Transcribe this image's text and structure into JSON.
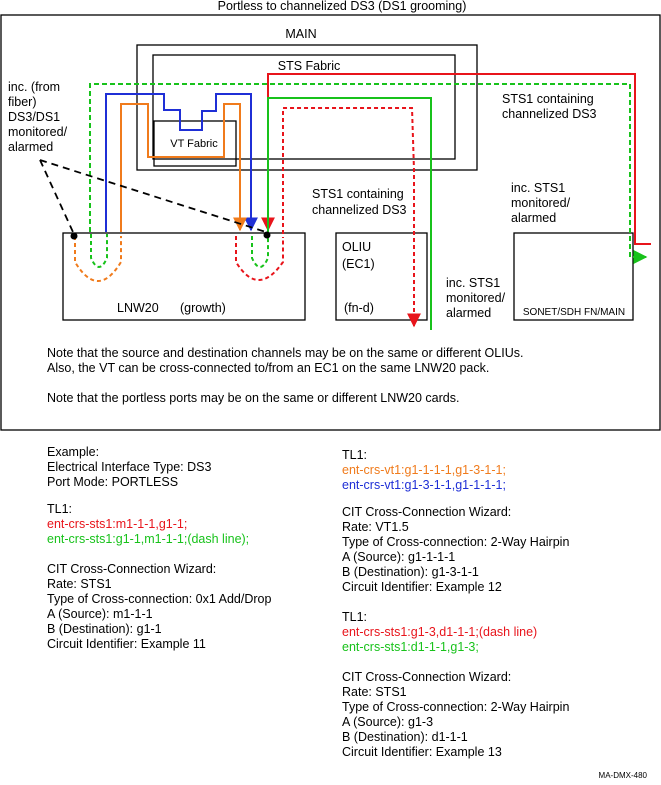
{
  "diagram": {
    "title": "Portless to channelized DS3 (DS1 grooming)",
    "main_label": "MAIN",
    "sts_fabric_label": "STS Fabric",
    "vt_fabric_label": "VT Fabric",
    "lnw20_label": "LNW20",
    "growth_label": "(growth)",
    "oliu_label_1": "OLIU",
    "oliu_label_2": "(EC1)",
    "oliu_label_3": "(fn-d)",
    "sonet_label": "SONET/SDH FN/MAIN",
    "inc_fiber_lines": [
      "inc. (from",
      "fiber)",
      "DS3/DS1",
      "monitored/",
      "alarmed"
    ],
    "sts1_top_right_lines": [
      "STS1 containing",
      "channelized DS3"
    ],
    "sts1_mid_lines": [
      "STS1 containing",
      "channelized DS3"
    ],
    "inc_sts1_right_lines": [
      "inc. STS1",
      "monitored/",
      "alarmed"
    ],
    "inc_sts1_oliu_lines": [
      "inc. STS1",
      "monitored/",
      "alarmed"
    ],
    "notes": [
      "Note that the source and destination channels may be on the same or different OLIUs.",
      "Also, the VT can be cross-connected to/from an EC1 on the same LNW20 pack.",
      "Note that the portless ports may be on the same or different LNW20 cards."
    ],
    "colors": {
      "red": "#e8141b",
      "green": "#18c21b",
      "orange": "#f07b1c",
      "blue": "#1f2fd6"
    }
  },
  "left_column": {
    "example_title": "Example:",
    "interface_type": "Electrical Interface Type: DS3",
    "port_mode": "Port Mode: PORTLESS",
    "tl1_label": "TL1:",
    "tl1_cmd_red": "ent-crs-sts1:m1-1-1,g1-1;",
    "tl1_cmd_green": "ent-crs-sts1:g1-1,m1-1-1;(dash line);",
    "wizard": {
      "title": "CIT Cross-Connection Wizard:",
      "rate": "Rate: STS1",
      "type": "Type of Cross-connection: 0x1 Add/Drop",
      "a": "A (Source): m1-1-1",
      "b": "B (Destination): g1-1",
      "circuit": "Circuit Identifier: Example 11"
    }
  },
  "right_column": {
    "tl1_label_1": "TL1:",
    "cmd_orange": "ent-crs-vt1:g1-1-1-1,g1-3-1-1;",
    "cmd_blue": "ent-crs-vt1:g1-3-1-1,g1-1-1-1;",
    "wizard_1": {
      "title": "CIT Cross-Connection Wizard:",
      "rate": "Rate: VT1.5",
      "type": "Type of Cross-connection: 2-Way Hairpin",
      "a": "A (Source): g1-1-1-1",
      "b": "B (Destination): g1-3-1-1",
      "circuit": "Circuit Identifier: Example 12"
    },
    "tl1_label_2": "TL1:",
    "cmd_red": "ent-crs-sts1:g1-3,d1-1-1;(dash line)",
    "cmd_green": "ent-crs-sts1:d1-1-1,g1-3;",
    "wizard_2": {
      "title": "CIT Cross-Connection Wizard:",
      "rate": "Rate: STS1",
      "type": "Type of Cross-connection: 2-Way Hairpin",
      "a": "A (Source): g1-3",
      "b": "B (Destination): d1-1-1",
      "circuit": "Circuit Identifier: Example 13"
    }
  },
  "figure_id": "MA-DMX-480"
}
